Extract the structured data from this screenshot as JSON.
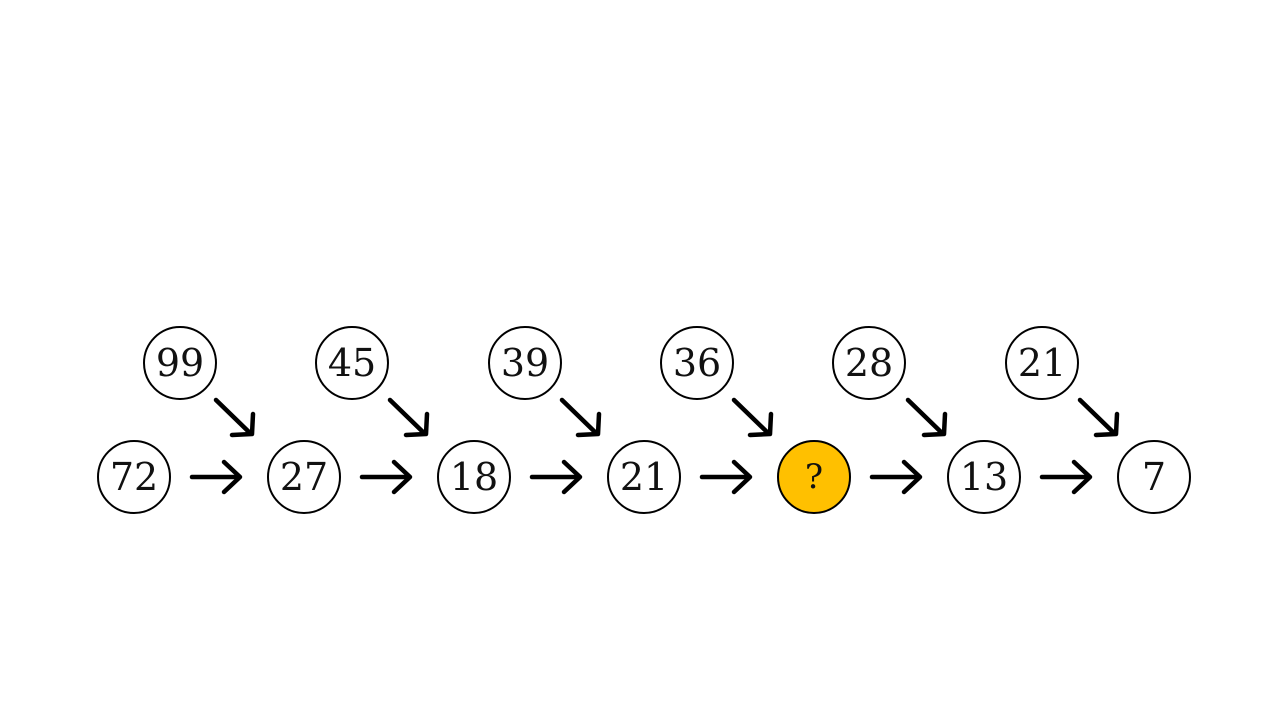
{
  "puzzle": {
    "bottom_row": [
      "72",
      "27",
      "18",
      "21",
      "?",
      "13",
      "7"
    ],
    "top_row": [
      "99",
      "45",
      "39",
      "36",
      "28",
      "21"
    ],
    "unknown_fill_color": "#FFC000",
    "arrow_color": "#000000"
  }
}
